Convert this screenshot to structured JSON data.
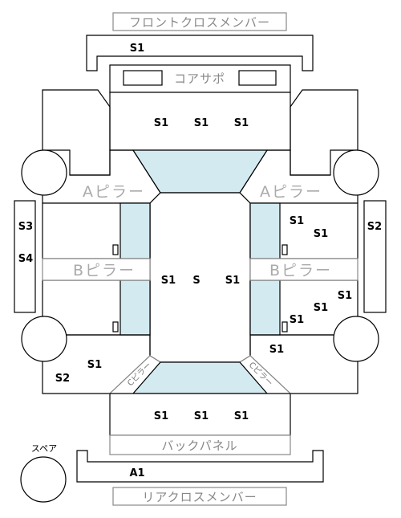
{
  "parts": {
    "front_cross_member": "フロントクロスメンバー",
    "core_support": "コアサポ",
    "a_pillar": "Aピラー",
    "b_pillar": "Bピラー",
    "c_pillar": "Cピラー",
    "back_panel": "バックパネル",
    "rear_cross_member": "リアクロスメンバー",
    "spare": "スペア"
  },
  "grades": {
    "front_cross_member": "S1",
    "core_support": [
      "S1",
      "S1",
      "S1"
    ],
    "roof": [
      "S1",
      "S",
      "S1"
    ],
    "right_front_door": [
      "S1",
      "S1"
    ],
    "right_rear_door": [
      "S1",
      "S1",
      "S1"
    ],
    "right_rear_fender": "S1",
    "left_rear_fender": "S1",
    "left_rear_corner": "S2",
    "trunk": [
      "S1",
      "S1",
      "S1"
    ],
    "rear_cross_member": "A1",
    "left_side_sill_upper": "S3",
    "left_side_sill_lower": "S4",
    "right_side_sill": "S2"
  }
}
